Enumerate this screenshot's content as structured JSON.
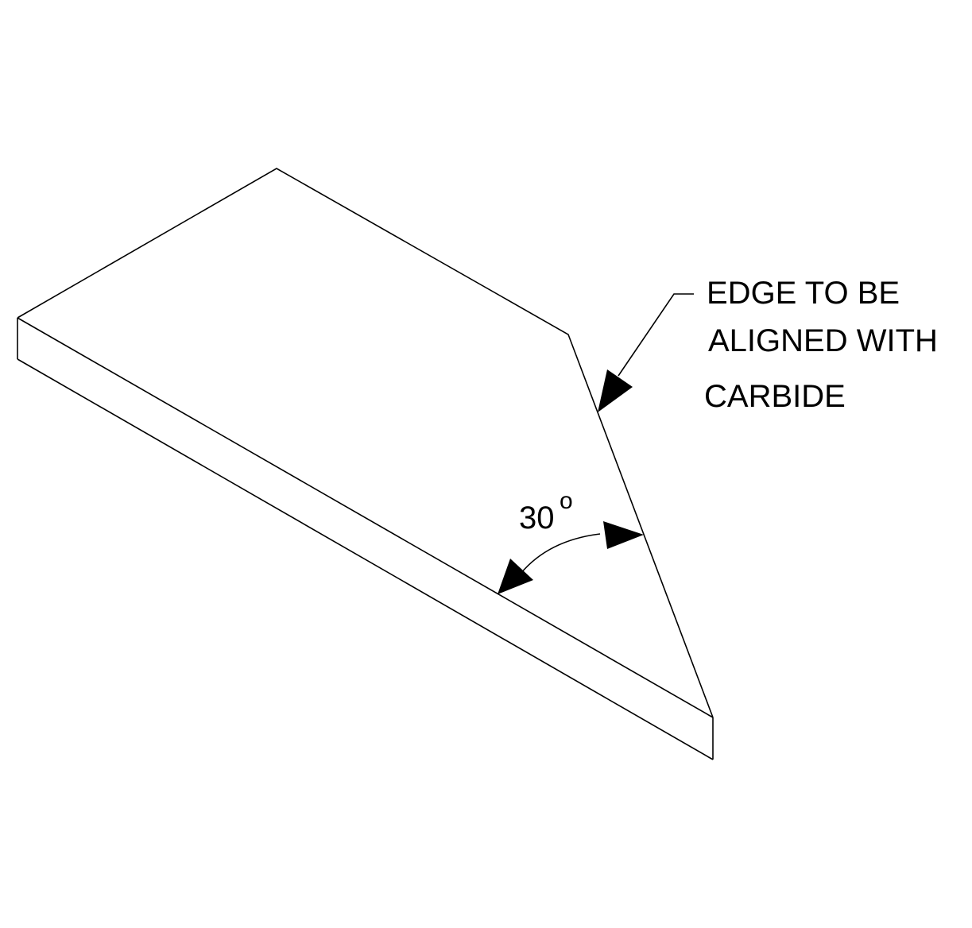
{
  "callout": {
    "line1": "EDGE TO BE",
    "line2": "ALIGNED WITH",
    "line3": "CARBIDE"
  },
  "angle": {
    "value": "30",
    "unit_symbol": "o"
  },
  "colors": {
    "stroke": "#000000",
    "background": "#ffffff"
  }
}
